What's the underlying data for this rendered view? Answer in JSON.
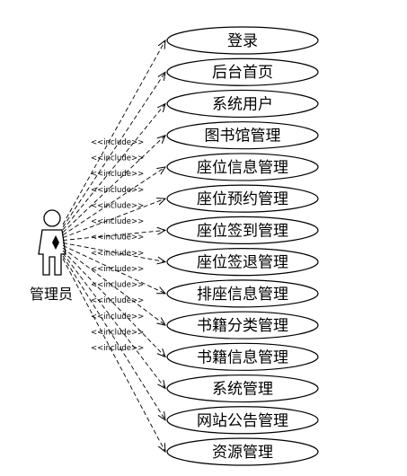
{
  "actor": {
    "name": "管理员"
  },
  "stereotype": "<<include>>",
  "use_cases": [
    "登录",
    "后台首页",
    "系统用户",
    "图书馆管理",
    "座位信息管理",
    "座位预约管理",
    "座位签到管理",
    "座位签退管理",
    "排座信息管理",
    "书籍分类管理",
    "书籍信息管理",
    "系统管理",
    "网站公告管理",
    "资源管理"
  ]
}
